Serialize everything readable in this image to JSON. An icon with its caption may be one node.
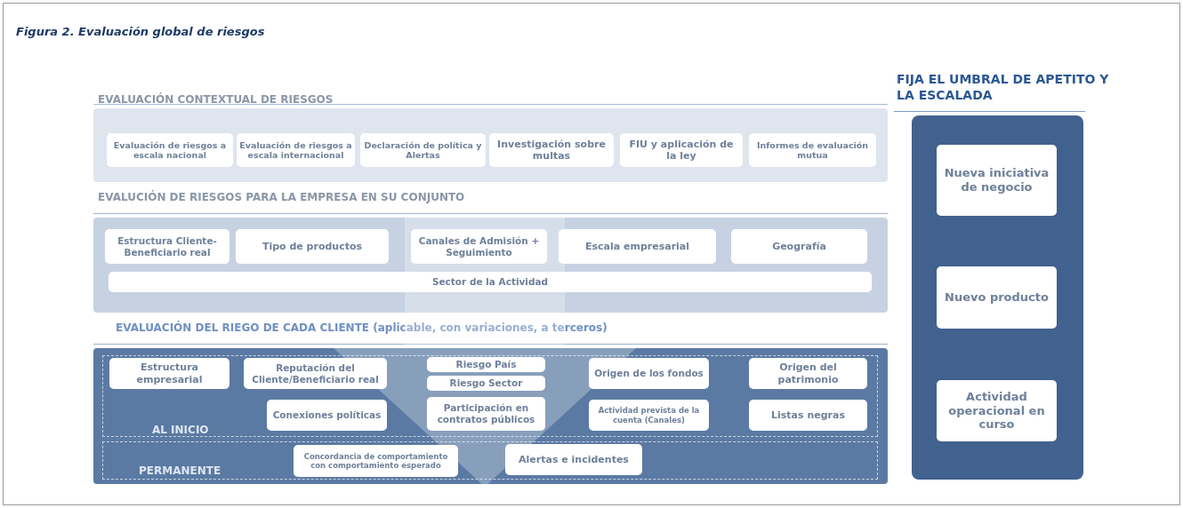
{
  "diagram": {
    "title": "Figura 2. Evaluación global de riesgos",
    "nodes": [
      {
        "text": [
          "EVALUACIÓN CONTEXTUAL DE RIESGOS"
        ]
      },
      {
        "text": [
          "Evaluación de riesgos a escala nacional"
        ],
        "in": 0
      },
      {
        "text": [
          "Evaluación de riesgos a escala internacional"
        ],
        "in": 0
      },
      {
        "text": [
          "Declaración de política y Alertas"
        ],
        "in": 0
      },
      {
        "text": [
          "Investigación sobre multas"
        ],
        "in": 0
      },
      {
        "text": [
          "FIU y aplicación de la ley"
        ],
        "in": 0
      },
      {
        "text": [
          "Informes de evaluación mutua"
        ],
        "in": 0
      },
      {
        "text": [
          "EVALUCIÓN DE RIESGOS PARA LA EMPRESA EN SU CONJUNTO"
        ]
      },
      {
        "text": [
          "Estructura Cliente-Beneficiario real"
        ],
        "in": 7
      },
      {
        "text": [
          "Tipo de productos"
        ],
        "in": 7
      },
      {
        "text": [
          "Canales de Admisión + Seguimiento"
        ],
        "in": 7
      },
      {
        "text": [
          "Escala empresarial"
        ],
        "in": 7
      },
      {
        "text": [
          "Geografía"
        ],
        "in": 7
      },
      {
        "text": [
          "Sector de la Actividad"
        ],
        "in": 7
      },
      {
        "text": [
          "EVALUACIÓN DEL RIEGO DE CADA CLIENTE (aplicable, con variaciones, a terceros)"
        ]
      },
      {
        "text": [
          "AL INICIO"
        ],
        "in": 14
      },
      {
        "text": [
          "Estructura empresarial"
        ],
        "in": 15
      },
      {
        "text": [
          "Reputación del Cliente/Beneficiario real"
        ],
        "in": 15
      },
      {
        "text": [
          "Riesgo País"
        ],
        "in": 15
      },
      {
        "text": [
          "Riesgo Sector"
        ],
        "in": 15
      },
      {
        "text": [
          "Origen de los fondos"
        ],
        "in": 15
      },
      {
        "text": [
          "Origen del patrimonio"
        ],
        "in": 15
      },
      {
        "text": [
          "Conexiones políticas"
        ],
        "in": 15
      },
      {
        "text": [
          "Participación en contratos públicos"
        ],
        "in": 15
      },
      {
        "text": [
          "Actividad prevista de la cuenta (Canales)"
        ],
        "in": 15
      },
      {
        "text": [
          "Listas negras"
        ],
        "in": 15
      },
      {
        "text": [
          "PERMANENTE"
        ],
        "in": 14
      },
      {
        "text": [
          "Concordancia de comportamiento con comportamiento esperado"
        ],
        "in": 26
      },
      {
        "text": [
          "Alertas e incidentes"
        ],
        "in": 26
      },
      {
        "text": [
          "FIJA EL UMBRAL DE APETITO Y LA ESCALADA"
        ]
      },
      {
        "text": [
          "Nueva iniciativa de negocio"
        ],
        "in": 29
      },
      {
        "text": [
          "Nuevo producto"
        ],
        "in": 29
      },
      {
        "text": [
          "Actividad operacional en curso"
        ],
        "in": 29
      }
    ],
    "edges": [
      {
        "from": 7,
        "to": 14,
        "arrow": "to"
      }
    ]
  }
}
